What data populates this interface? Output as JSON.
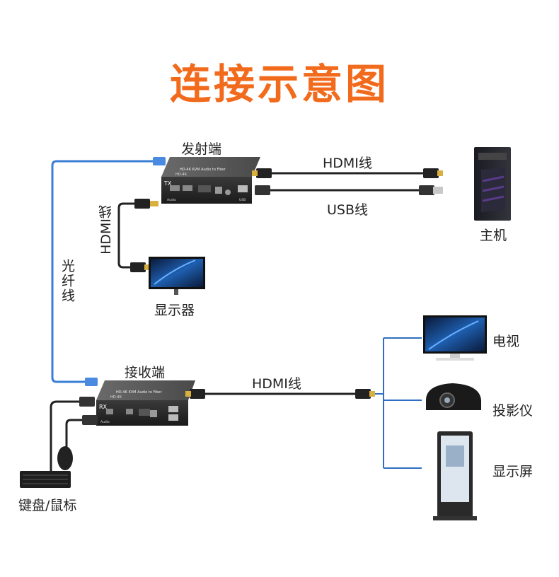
{
  "title": "连接示意图",
  "labels": {
    "transmitter": "发射端",
    "receiver": "接收端",
    "hdmi_top": "HDMI线",
    "usb": "USB线",
    "hdmi_left": "HDMI线",
    "fiber": "光纤线",
    "hdmi_bottom": "HDMI线",
    "host": "主机",
    "monitor": "显示器",
    "tv": "电视",
    "projector": "投影仪",
    "display": "显示屏",
    "keyboard_mouse": "键盘/鼠标"
  },
  "devices": {
    "tx_tag": "TX",
    "rx_tag": "RX",
    "box_caption": "HD-4K KVM Audio to Fiber",
    "box_model": "HD-4K",
    "audio": "Audio",
    "usb_port": "USB"
  },
  "colors": {
    "title": "#f26b1d",
    "fiber": "#3a7fd5",
    "branch": "#2e6fc4",
    "cable": "#222222"
  }
}
